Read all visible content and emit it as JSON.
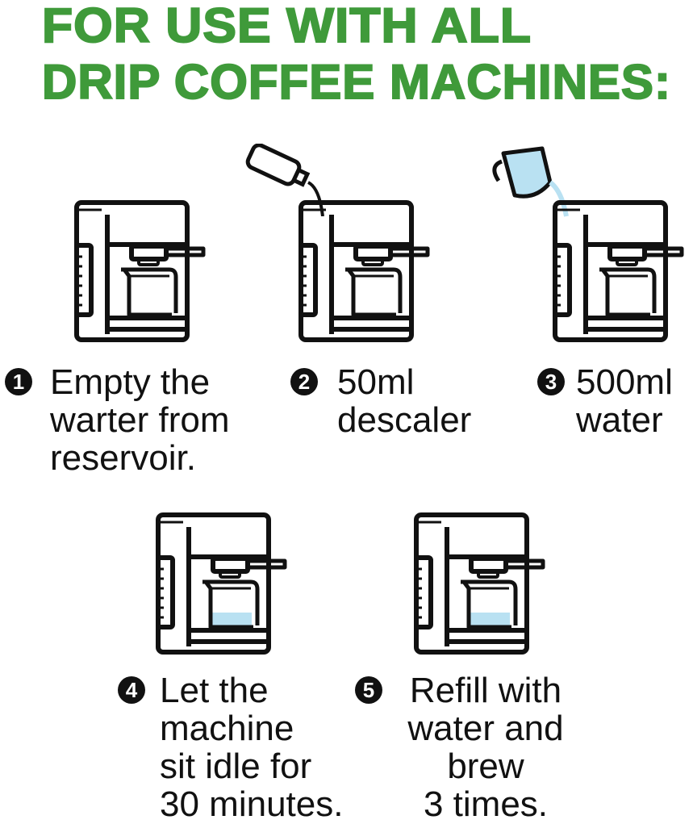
{
  "title": {
    "line1": "FOR USE WITH ALL",
    "line2": "DRIP COFFEE MACHINES:"
  },
  "colors": {
    "title": "#3f9a3a",
    "water": "#b9e1f2",
    "ink": "#111111"
  },
  "steps": [
    {
      "number": "1",
      "lines": [
        "Empty the",
        "warter from",
        "reservoir."
      ]
    },
    {
      "number": "2",
      "lines": [
        "50ml",
        "descaler"
      ]
    },
    {
      "number": "3",
      "lines": [
        "500ml",
        "water"
      ]
    },
    {
      "number": "4",
      "lines": [
        "Let the",
        "machine",
        "sit idle for",
        "30 minutes."
      ]
    },
    {
      "number": "5",
      "lines": [
        "Refill with",
        "water and",
        "brew",
        "3 times."
      ]
    }
  ]
}
